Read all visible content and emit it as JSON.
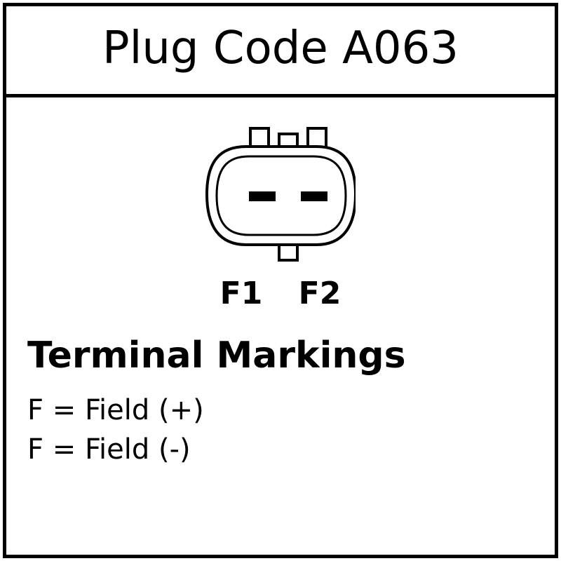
{
  "title": "Plug Code A063",
  "connector": {
    "icon": "two-pin-connector-icon",
    "terminals": [
      "F1",
      "F2"
    ]
  },
  "markings": {
    "heading": "Terminal Markings",
    "lines": [
      "F = Field (+)",
      "F = Field (-)"
    ]
  },
  "colors": {
    "ink": "#000000",
    "background": "#ffffff"
  }
}
